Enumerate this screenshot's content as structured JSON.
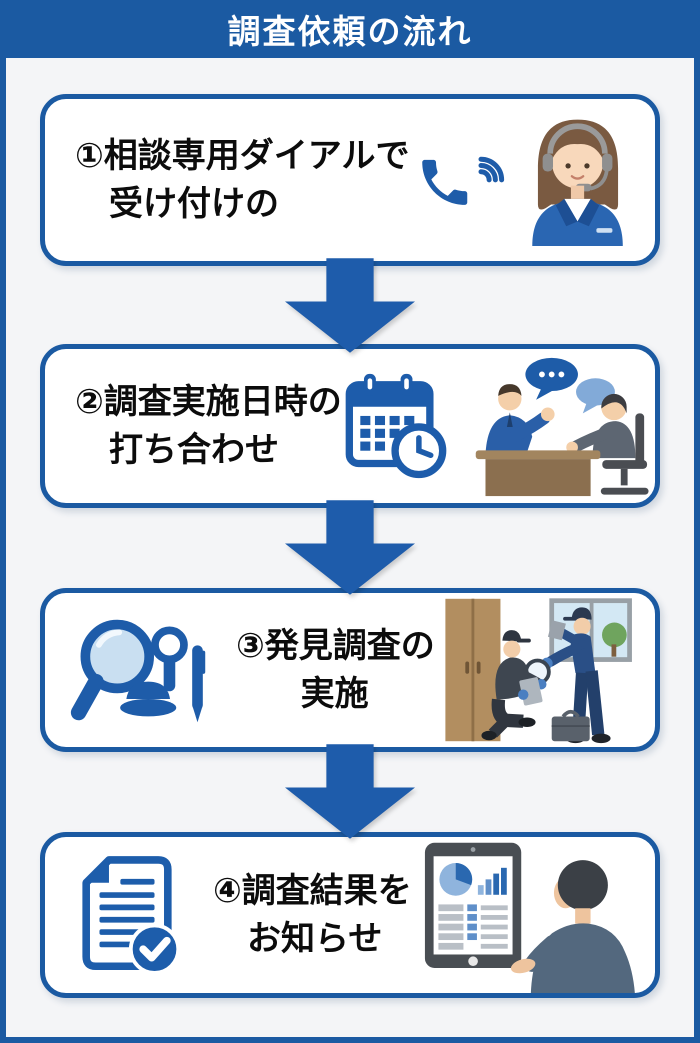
{
  "header": {
    "title": "調査依頼の流れ"
  },
  "steps": [
    {
      "number": "①",
      "line1": "①相談専用ダイアルで",
      "line2": "受け付けの",
      "icons": [
        "phone-ringing-icon",
        "call-operator-illustration"
      ]
    },
    {
      "number": "②",
      "line1": "②調査実施日時の",
      "line2": "打ち合わせ",
      "icons": [
        "calendar-clock-icon",
        "meeting-illustration"
      ]
    },
    {
      "number": "③",
      "line1": "③発見調査の",
      "line2": "実施",
      "icons": [
        "magnifier-hat-pen-icon",
        "detectives-searching-illustration"
      ]
    },
    {
      "number": "④",
      "line1": "④調査結果を",
      "line2": "お知らせ",
      "icons": [
        "document-check-icon",
        "tablet-report-illustration"
      ]
    }
  ],
  "arrows": {
    "direction": "down",
    "count": 3
  },
  "colors": {
    "primary_blue": "#1b5aa2",
    "arrow_blue": "#1e5cab",
    "icon_blue": "#1e5ca9",
    "lens_light_blue": "#c9dff1",
    "background": "#f4f5f7",
    "card_background": "#ffffff",
    "text_black": "#0c0c0c",
    "header_text": "#ffffff"
  }
}
